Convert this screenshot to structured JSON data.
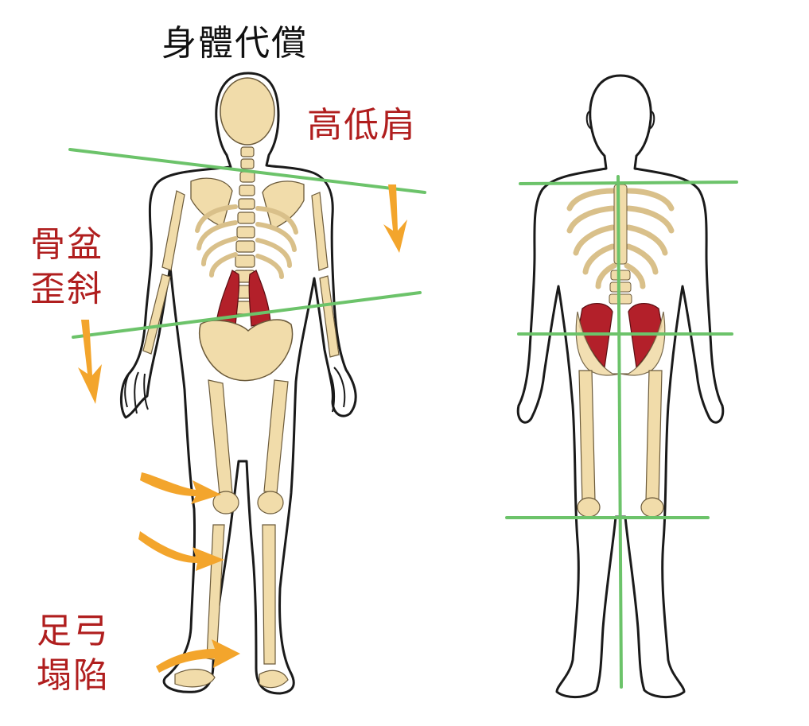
{
  "title": "身體代償",
  "labels": {
    "shoulder": "高低肩",
    "pelvis_line1": "骨盆",
    "pelvis_line2": "歪斜",
    "arch_line1": "足弓",
    "arch_line2": "塌陷"
  },
  "colors": {
    "label_red": "#b01e1e",
    "guide_green": "#6cc36a",
    "arrow_orange": "#f3a52c",
    "bone": "#f1dcaa",
    "muscle": "#b3202a",
    "outline": "#1a1a1a"
  },
  "icons": {
    "left_figure": "posterior-skeleton-figure",
    "right_figure": "anterior-skeleton-figure",
    "arrows": "curved-arrow-icon"
  }
}
